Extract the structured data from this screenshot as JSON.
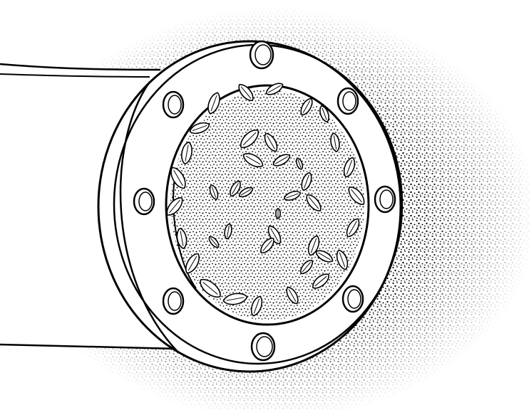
{
  "scene": {
    "subject": "pipe-flange-opening-with-leaves",
    "style": "black-ink-line-drawing-with-stipple",
    "ink_color": "#000000",
    "paper_color": "#ffffff",
    "bolt_count": 8,
    "icons": [
      "pipe-icon",
      "flange-icon",
      "bolt-icon",
      "leaf-icon",
      "stipple-background"
    ]
  }
}
